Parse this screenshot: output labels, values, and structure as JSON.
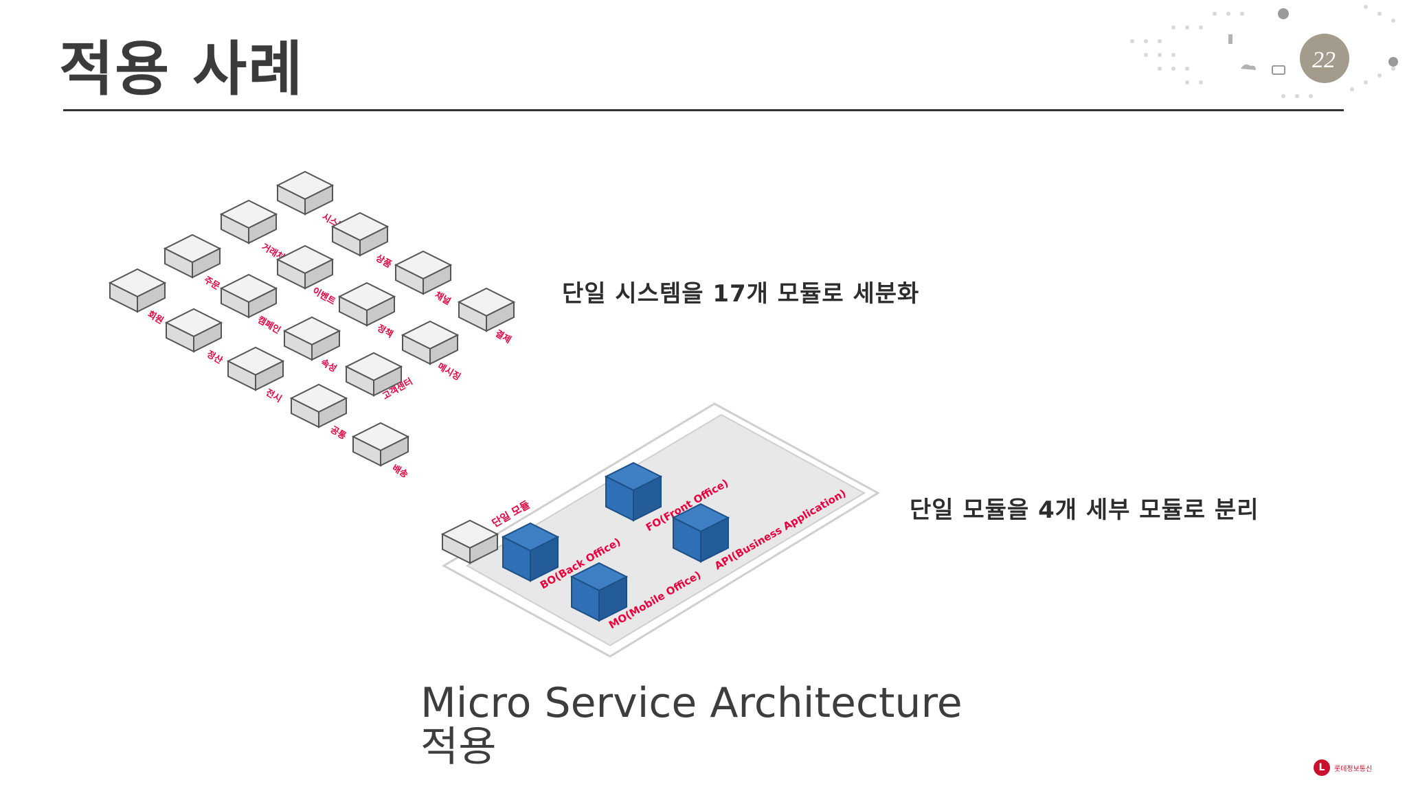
{
  "slide": {
    "title": "적용 사례",
    "caption_1": "단일 시스템을 17개 모듈로 세분화",
    "caption_2": "단일 모듈을 4개 세부 모듈로 분리",
    "msa_line_1": "Micro Service Architecture",
    "msa_line_2": "적용"
  },
  "modules_17": [
    "시스템",
    "거래처",
    "상품",
    "주문",
    "이벤트",
    "채널",
    "회원",
    "캠페인",
    "정책",
    "결제",
    "정산",
    "속성",
    "메시징",
    "전시",
    "고객센터",
    "공통",
    "배송"
  ],
  "single_module_label": "단일 모듈",
  "sub_modules": [
    "FO(Front Office)",
    "API(Business Application)",
    "BO(Back Office)",
    "MO(Mobile Office)"
  ],
  "badge": {
    "anniversary": "22",
    "company": "롯데정보통신"
  },
  "colors": {
    "accent": "#e8003d",
    "blue_cube": "#2f6fb5",
    "title": "#3b3b3b"
  },
  "icons": [
    "gear-icon",
    "cloud-icon",
    "laptop-icon",
    "phone-icon"
  ]
}
